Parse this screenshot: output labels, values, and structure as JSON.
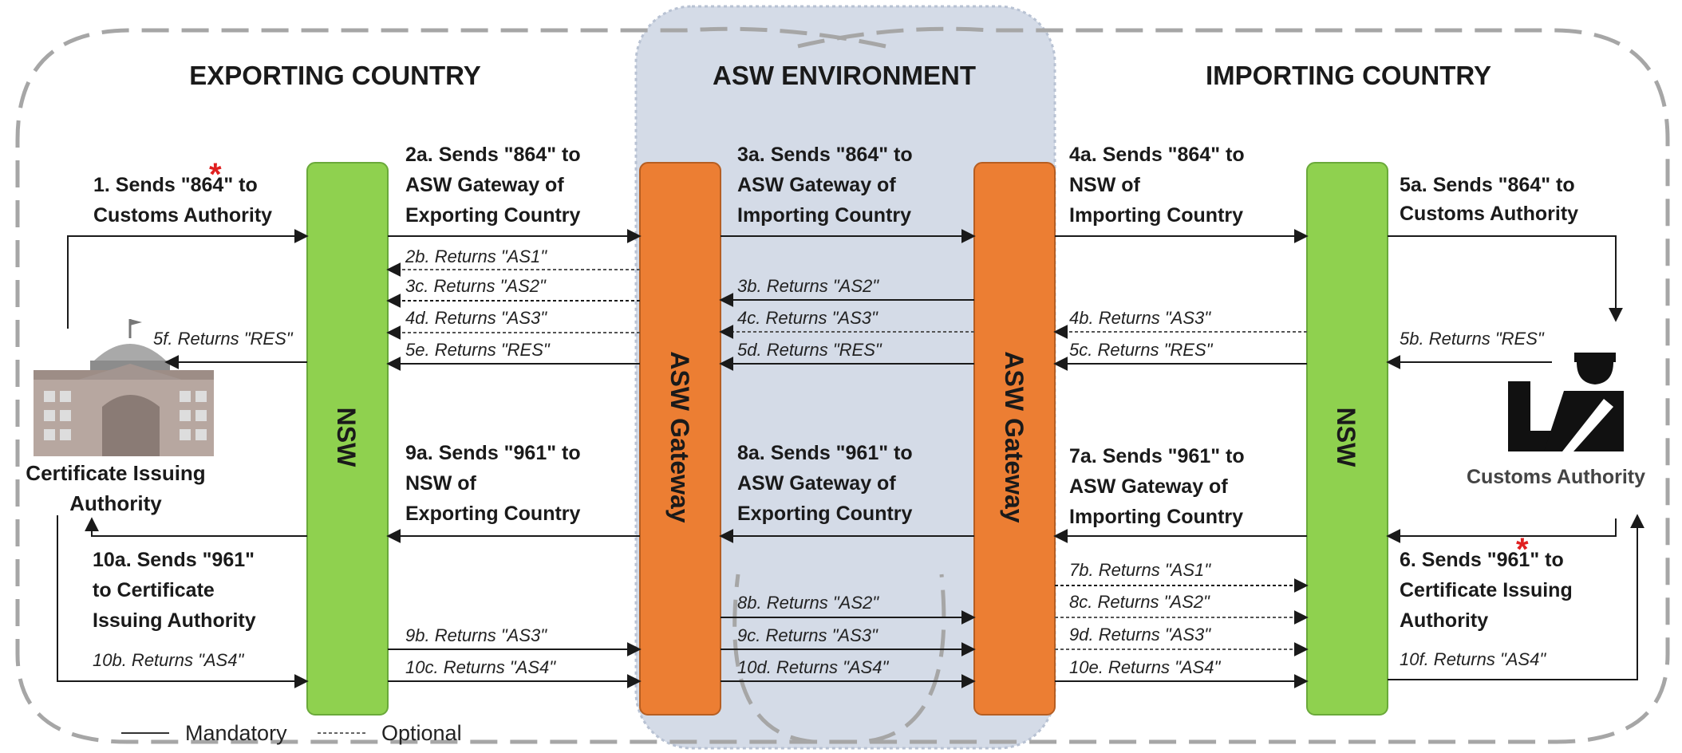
{
  "headers": {
    "exporting": "EXPORTING COUNTRY",
    "asw": "ASW ENVIRONMENT",
    "importing": "IMPORTING COUNTRY"
  },
  "columns": {
    "nsw_left": "NSW",
    "asw_gateway_left": "ASW Gateway",
    "asw_gateway_right": "ASW Gateway",
    "nsw_right": "NSW"
  },
  "actors": {
    "certificate_authority": [
      "Certificate Issuing",
      "Authority"
    ],
    "customs_authority": "Customs Authority"
  },
  "steps": {
    "s1": [
      "1. Sends \"864\" to",
      "Customs Authority"
    ],
    "s2a": [
      "2a. Sends \"864\" to",
      "ASW Gateway of",
      "Exporting Country"
    ],
    "s3a": [
      "3a. Sends \"864\" to",
      "ASW Gateway of",
      "Importing Country"
    ],
    "s4a": [
      "4a. Sends \"864\" to",
      "NSW of",
      "Importing Country"
    ],
    "s5a": [
      "5a. Sends \"864\" to",
      "Customs Authority"
    ],
    "s6": [
      "6. Sends \"961\" to",
      "Certificate Issuing",
      "Authority"
    ],
    "s7a": [
      "7a. Sends \"961\" to",
      "ASW Gateway of",
      "Importing Country"
    ],
    "s8a": [
      "8a. Sends \"961\" to",
      "ASW Gateway of",
      "Exporting Country"
    ],
    "s9a": [
      "9a. Sends \"961\" to",
      "NSW of",
      "Exporting Country"
    ],
    "s10a": [
      "10a. Sends \"961\"",
      "to Certificate",
      "Issuing Authority"
    ]
  },
  "returns": {
    "r2b": "2b. Returns \"AS1\"",
    "r3c": "3c. Returns \"AS2\"",
    "r4d": "4d. Returns \"AS3\"",
    "r5e": "5e. Returns \"RES\"",
    "r5f": "5f. Returns \"RES\"",
    "r3b": "3b. Returns \"AS2\"",
    "r4c": "4c. Returns \"AS3\"",
    "r5d": "5d. Returns \"RES\"",
    "r4b": "4b. Returns \"AS3\"",
    "r5c": "5c. Returns \"RES\"",
    "r5b": "5b. Returns \"RES\"",
    "r7b": "7b. Returns \"AS1\"",
    "r8c": "8c. Returns \"AS2\"",
    "r9d": "9d. Returns \"AS3\"",
    "r10e": "10e. Returns \"AS4\"",
    "r8b": "8b. Returns \"AS2\"",
    "r9c": "9c. Returns \"AS3\"",
    "r10d": "10d. Returns \"AS4\"",
    "r9b": "9b. Returns \"AS3\"",
    "r10c": "10c. Returns \"AS4\"",
    "r10b": "10b. Returns \"AS4\"",
    "r10f": "10f. Returns \"AS4\""
  },
  "legend": {
    "mandatory": "Mandatory",
    "optional": "Optional"
  },
  "colors": {
    "nsw": "#8fd14f",
    "gateway": "#ec7e33",
    "asw_env": "#d4dbe7",
    "dash": "#a6a6a6",
    "star": "#e02020"
  }
}
